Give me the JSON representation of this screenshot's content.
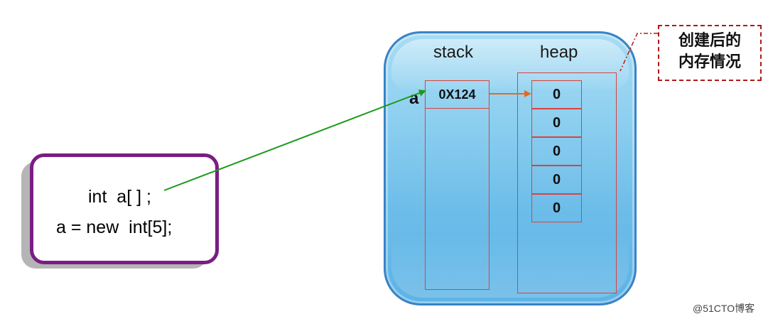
{
  "code": {
    "line1": "int  a[ ] ;",
    "line2": "a = new  int[5];"
  },
  "memory": {
    "stack_label": "stack",
    "heap_label": "heap",
    "variable_name": "a",
    "stack_value": "0X124",
    "heap_values": [
      "0",
      "0",
      "0",
      "0",
      "0"
    ]
  },
  "callout": {
    "line1": "创建后的",
    "line2": "内存情况"
  },
  "watermark": "@51CTO博客",
  "colors": {
    "code_border": "#7b1c84",
    "memory_fill": "#7dc8ee",
    "memory_border": "#3a83c4",
    "cell_border": "#d9433a",
    "green_arrow": "#1a9a1a",
    "orange_arrow": "#e8681e",
    "callout_border": "#b01818"
  }
}
